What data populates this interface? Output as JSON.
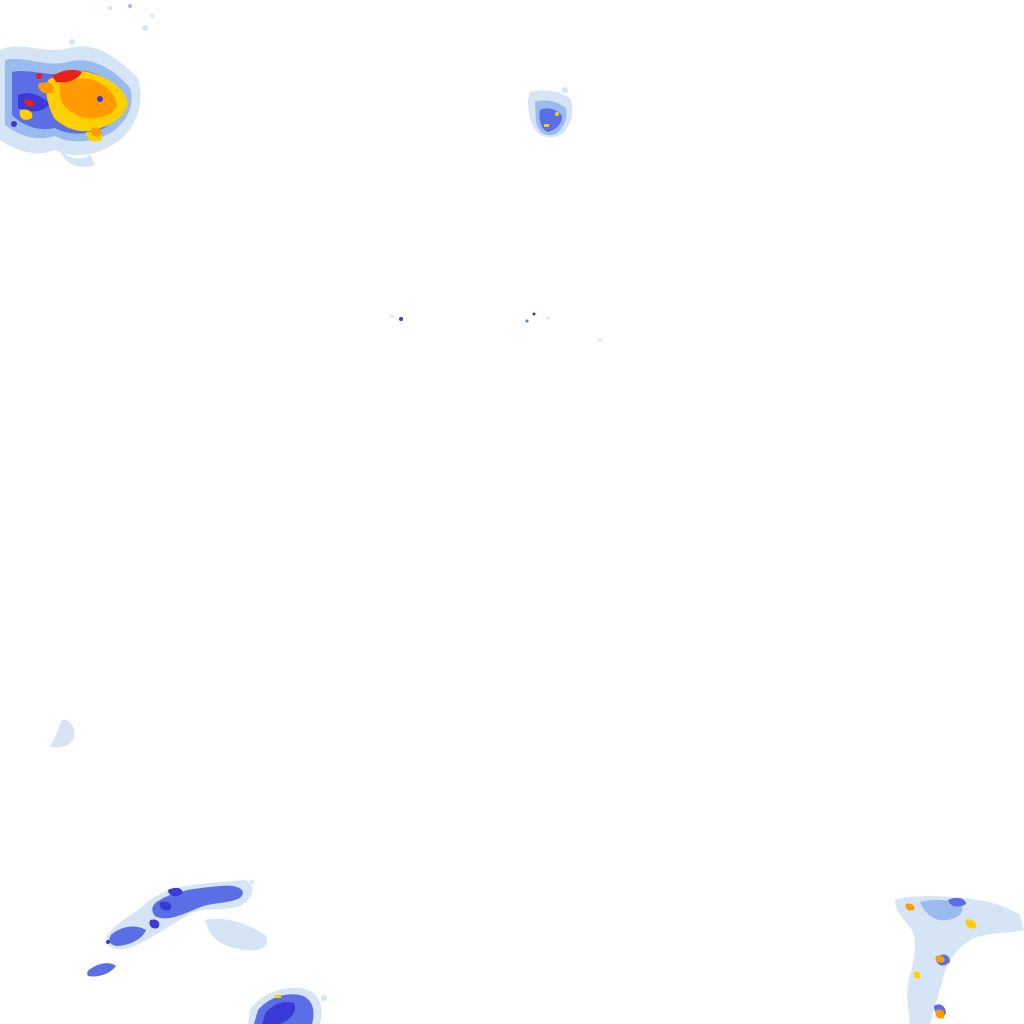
{
  "map": {
    "kind": "precipitation-radar-tile",
    "background_color": "#ffffff",
    "intensity_scale": [
      {
        "level": "very-light",
        "color": "#cfe0f5"
      },
      {
        "level": "light",
        "color": "#8fb4ec"
      },
      {
        "level": "moderate",
        "color": "#5a6ee6"
      },
      {
        "level": "heavy",
        "color": "#3a3ad8"
      },
      {
        "level": "very-heavy",
        "color": "#ffd000"
      },
      {
        "level": "intense",
        "color": "#ff9a00"
      },
      {
        "level": "extreme",
        "color": "#e8221a"
      }
    ],
    "echo_regions": [
      {
        "name": "northwest-storm-cell",
        "max_level": "extreme"
      },
      {
        "name": "north-center-cell",
        "max_level": "very-heavy"
      },
      {
        "name": "center-scattered-specks",
        "max_level": "heavy"
      },
      {
        "name": "west-light-patch",
        "max_level": "very-light"
      },
      {
        "name": "southwest-rain-band",
        "max_level": "heavy"
      },
      {
        "name": "south-cell",
        "max_level": "very-heavy"
      },
      {
        "name": "southeast-scattered-cells",
        "max_level": "intense"
      }
    ]
  }
}
